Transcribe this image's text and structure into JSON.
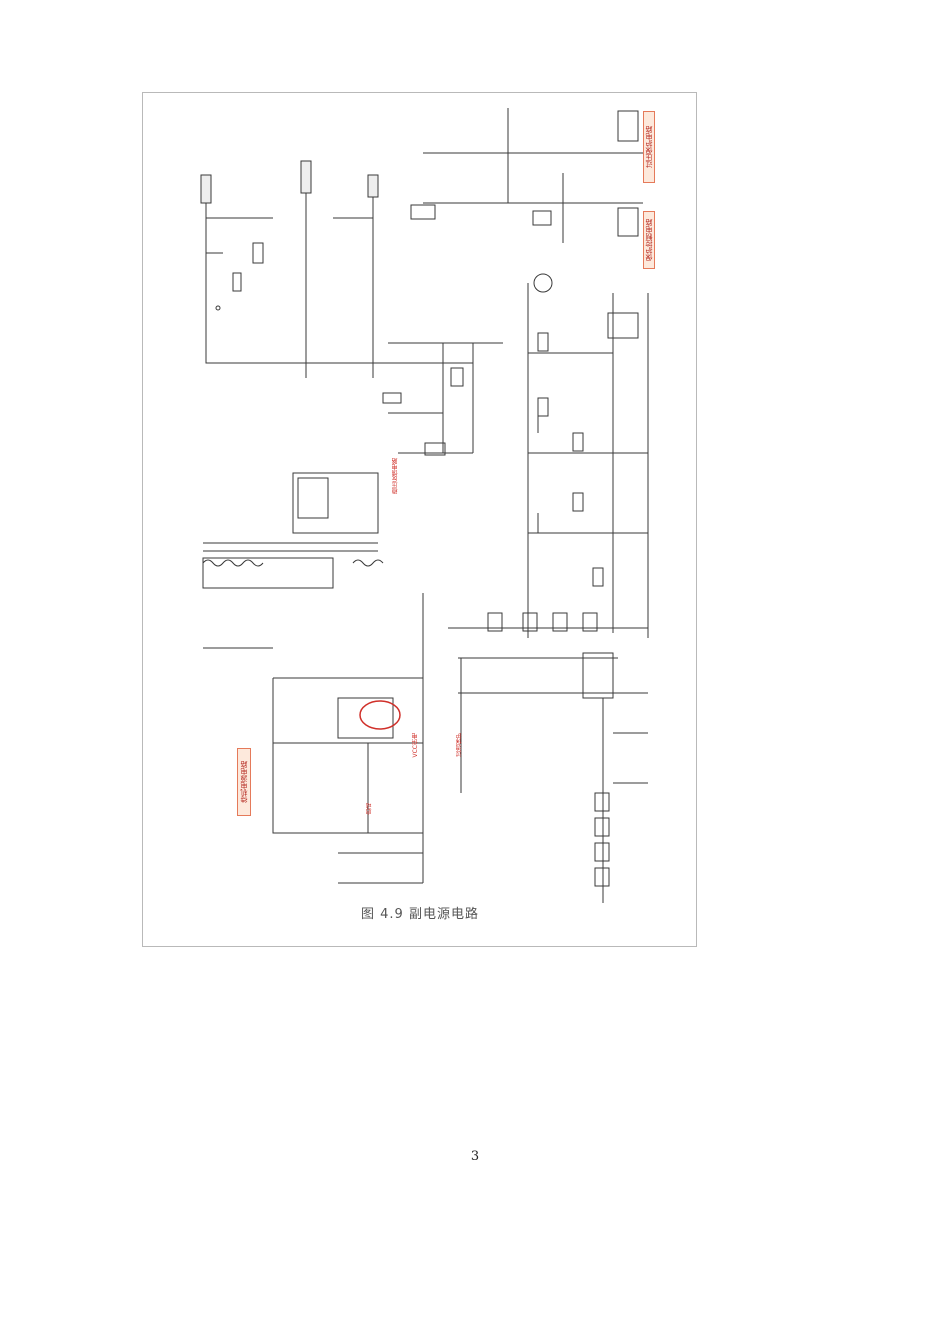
{
  "document": {
    "figure_caption": "图 4.9  副电源电路",
    "page_number": "3"
  },
  "annotations": {
    "tag_standby_circuit": "待机电源电路",
    "tag_overvoltage": "过压保护电路",
    "tag_protect_enable": "保护控制电路",
    "note_feedback": "稳压反馈电路",
    "note_startup": "启动",
    "note_overcurrent": "过流保护",
    "note_vcc": "VCC供电"
  },
  "colors": {
    "line": "#333333",
    "tag_fill": "#fde9dc",
    "tag_border": "#e57a5a",
    "red_note": "#d0302a",
    "circle_mark": "#d0302a"
  }
}
